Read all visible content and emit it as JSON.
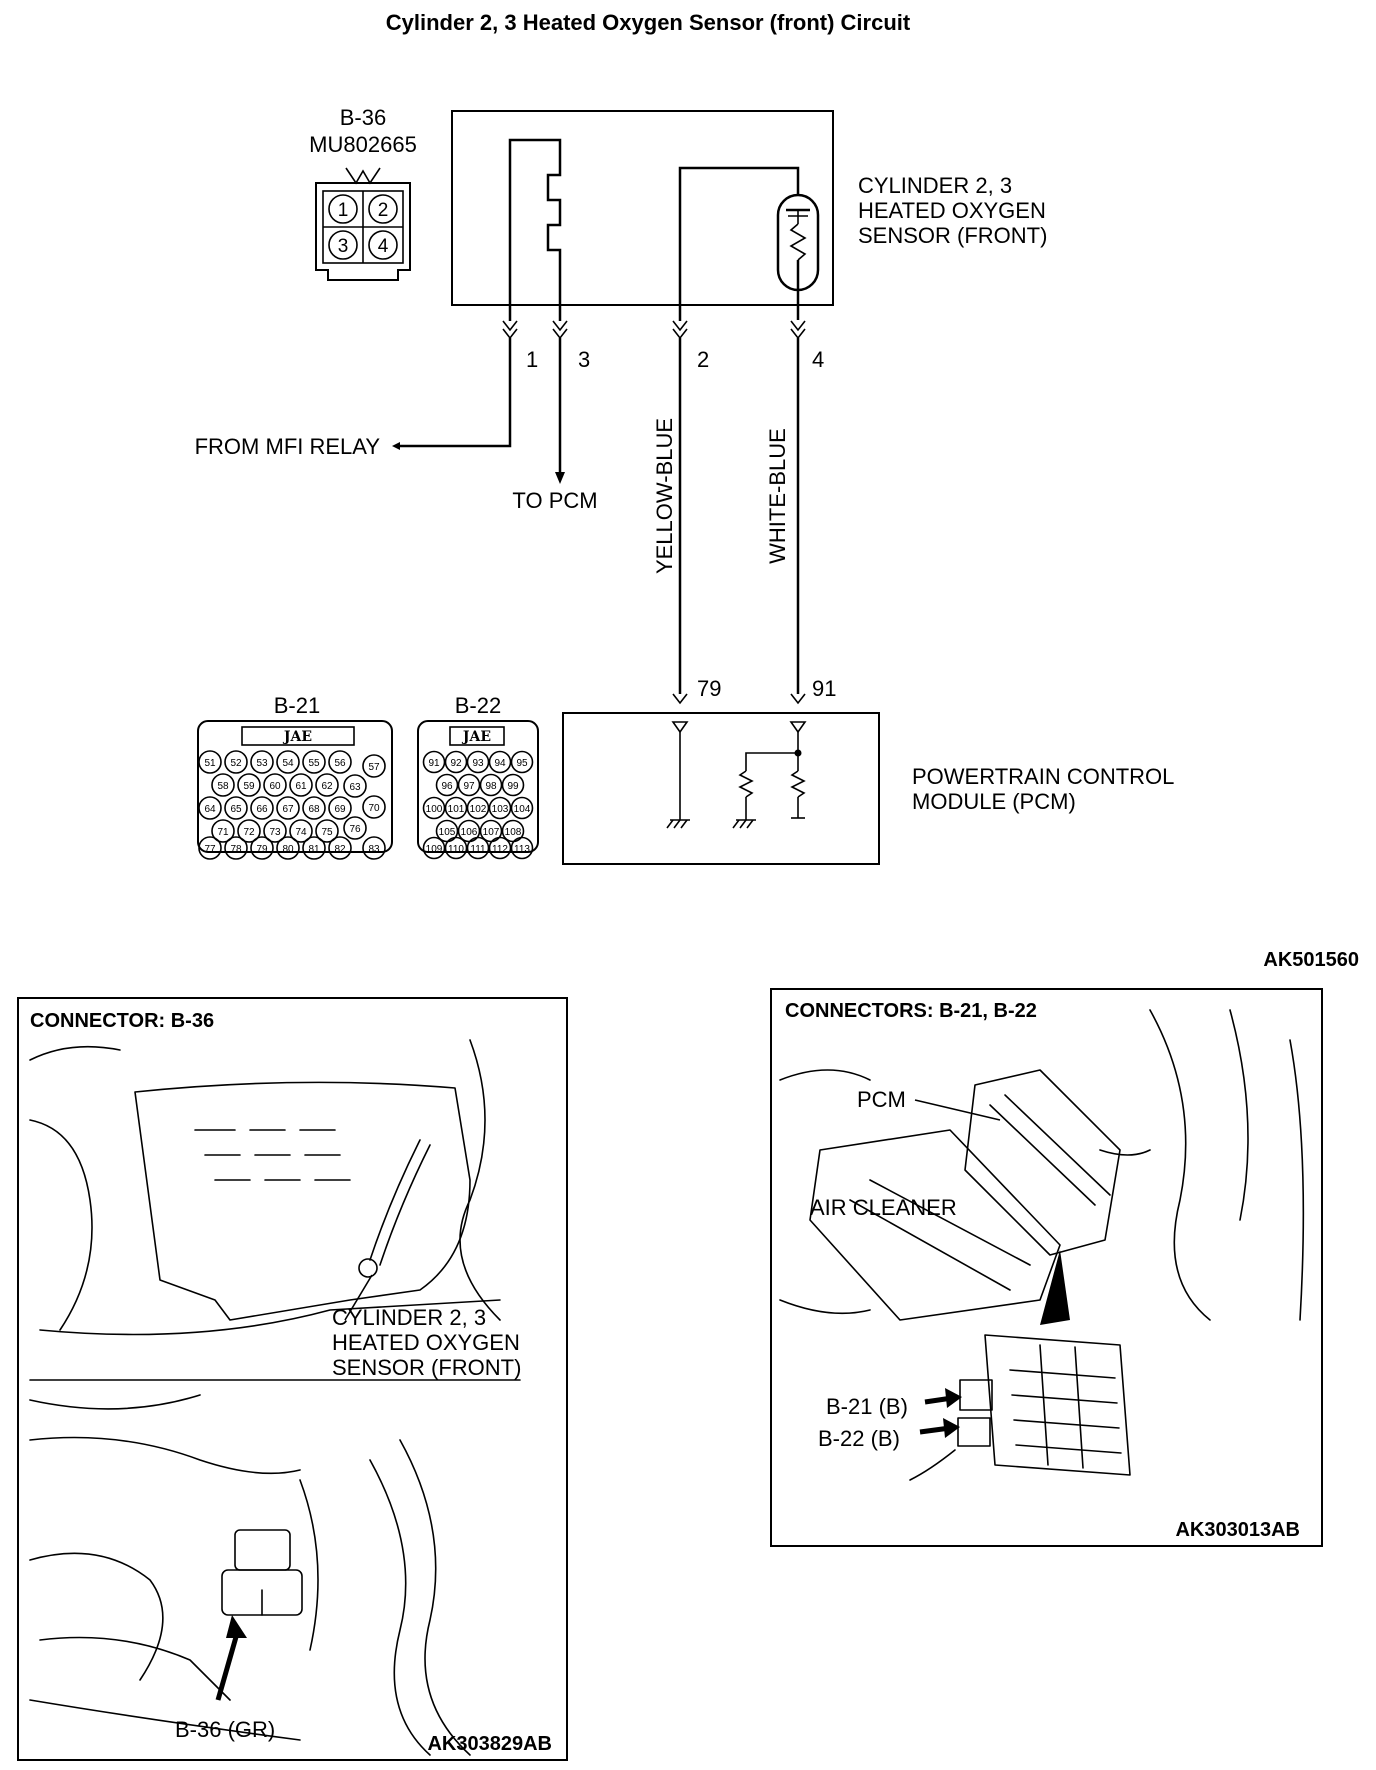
{
  "title": "Cylinder 2, 3 Heated Oxygen Sensor (front) Circuit",
  "sensor_connector": {
    "name": "B-36",
    "part_number": "MU802665",
    "pins": [
      "1",
      "2",
      "3",
      "4"
    ]
  },
  "sensor": {
    "label_lines": [
      "CYLINDER 2, 3",
      "HEATED OXYGEN",
      "SENSOR (FRONT)"
    ]
  },
  "terminals": {
    "t1": "1",
    "t3": "3",
    "t2": "2",
    "t4": "4"
  },
  "signals": {
    "from_relay": "FROM MFI RELAY",
    "to_pcm": "TO PCM"
  },
  "wires": {
    "w2": "YELLOW-BLUE",
    "w4": "WHITE-BLUE"
  },
  "pcm_pins": {
    "p79": "79",
    "p91": "91"
  },
  "pcm": {
    "label_lines": [
      "POWERTRAIN CONTROL",
      "MODULE (PCM)"
    ]
  },
  "pcm_connectors": [
    {
      "name": "B-21",
      "brand": "JAE",
      "rows": [
        [
          "51",
          "52",
          "53",
          "54",
          "55",
          "56"
        ],
        [
          "58",
          "59",
          "60",
          "61",
          "62"
        ],
        [
          "64",
          "65",
          "66",
          "67",
          "68",
          "69"
        ],
        [
          "71",
          "72",
          "73",
          "74",
          "75"
        ],
        [
          "77",
          "78",
          "79",
          "80",
          "81",
          "82"
        ]
      ],
      "side_pins": [
        "57",
        "63",
        "70",
        "76",
        "83"
      ]
    },
    {
      "name": "B-22",
      "brand": "JAE",
      "rows": [
        [
          "91",
          "92",
          "93",
          "94",
          "95"
        ],
        [
          "96",
          "97",
          "98",
          "99"
        ],
        [
          "100",
          "101",
          "102",
          "103",
          "104"
        ],
        [
          "105",
          "106",
          "107",
          "108"
        ],
        [
          "109",
          "110",
          "111",
          "112",
          "113"
        ]
      ]
    }
  ],
  "figure_code_top": "AK501560",
  "left_view": {
    "header": "CONNECTOR: B-36",
    "label_lines": [
      "CYLINDER 2, 3",
      "HEATED OXYGEN",
      "SENSOR (FRONT)"
    ],
    "callout": "B-36 (GR)",
    "code": "AK303829AB"
  },
  "right_view": {
    "header": "CONNECTORS: B-21, B-22",
    "pcm": "PCM",
    "air_cleaner": "AIR CLEANER",
    "callout_1": "B-21 (B)",
    "callout_2": "B-22 (B)",
    "code": "AK303013AB"
  }
}
